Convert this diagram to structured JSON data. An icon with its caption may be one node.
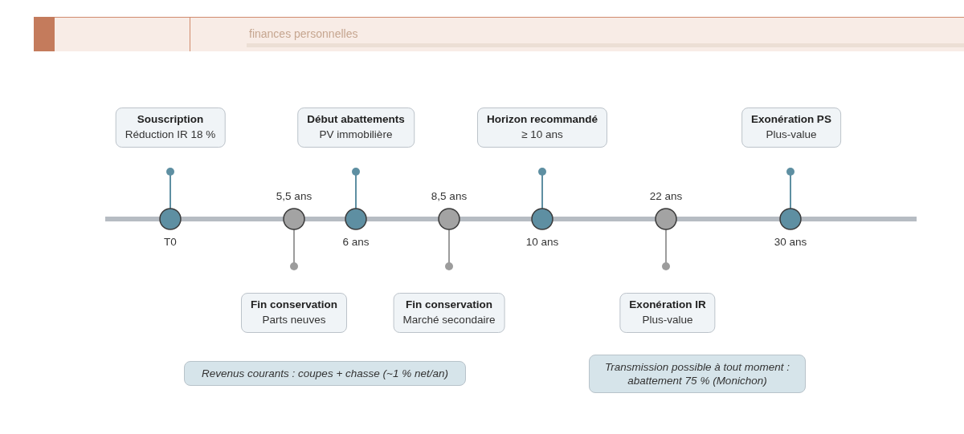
{
  "diagram": {
    "nodes": [
      {
        "text": [
          "Souscription",
          "Réduction IR 18 %"
        ]
      },
      {
        "text": [
          "Début abattements",
          "PV immobilière"
        ]
      },
      {
        "text": [
          "Horizon recommandé",
          "≥ 10 ans"
        ]
      },
      {
        "text": [
          "Exonération PS",
          "Plus-value"
        ]
      },
      {
        "text": [],
        "shape": "circle",
        "beside": [
          "T0"
        ]
      },
      {
        "text": [],
        "shape": "circle",
        "beside": [
          "5,5 ans"
        ]
      },
      {
        "text": [],
        "shape": "circle",
        "beside": [
          "6 ans"
        ]
      },
      {
        "text": [],
        "shape": "circle",
        "beside": [
          "8,5 ans"
        ]
      },
      {
        "text": [],
        "shape": "circle",
        "beside": [
          "10 ans"
        ]
      },
      {
        "text": [],
        "shape": "circle",
        "beside": [
          "22 ans"
        ]
      },
      {
        "text": [],
        "shape": "circle",
        "beside": [
          "30 ans"
        ]
      },
      {
        "text": [
          "Fin conservation",
          "Parts neuves"
        ]
      },
      {
        "text": [
          "Fin conservation",
          "Marché secondaire"
        ]
      },
      {
        "text": [
          "Exonération IR",
          "Plus-value"
        ]
      },
      {
        "text": [
          "Revenus courants : coupes + chasse (~1 % net/an)"
        ]
      },
      {
        "text": [
          "Transmission possible à tout moment : abattement 75 % (Monichon)"
        ]
      }
    ],
    "labels": [
      "finances personnelles"
    ]
  }
}
